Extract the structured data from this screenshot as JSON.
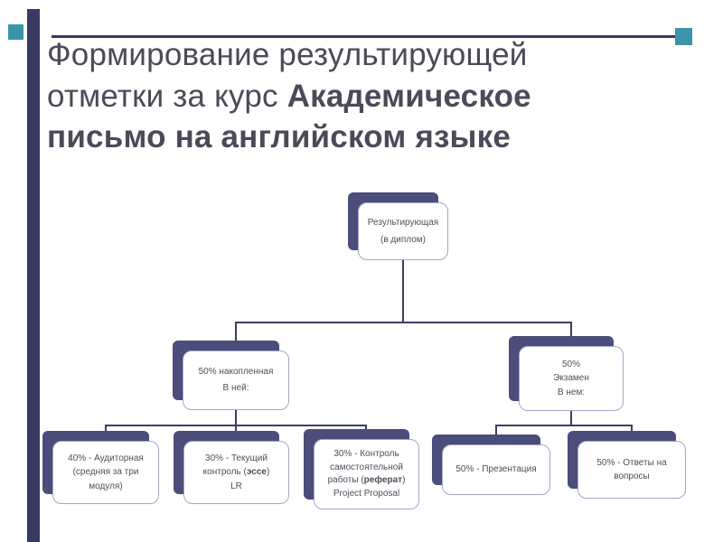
{
  "title": {
    "line1": "Формирование результирующей",
    "line2_regular": "отметки за курс ",
    "line2_bold": "Академическое",
    "line3": "письмо на английском языке"
  },
  "colors": {
    "navy_accent": "#383a62",
    "teal_accent": "#3c94a8",
    "node_shadow": "#4b4d7a",
    "node_border": "#a3a6cb",
    "connector": "#3c3e66",
    "title_text": "#4c4a58",
    "node_text": "#4e4e59"
  },
  "diagram": {
    "root": {
      "line1": "Результирующая",
      "line2": "(в диплом)"
    },
    "accumulated": {
      "line1": "50% накопленная",
      "line2": "В ней:"
    },
    "exam": {
      "line1": "50%",
      "line2": "Экзамен",
      "line3": "В нем:"
    },
    "leaf_audit": {
      "line1": "40% - Аудиторная",
      "line2": "(средняя за три",
      "line3": "модуля)"
    },
    "leaf_current": {
      "line1": "30% - Текущий",
      "line2_pre": "контроль (",
      "line2_bold": "эссе",
      "line2_post": ")",
      "line3": "LR"
    },
    "leaf_selfwork": {
      "line1": "30% - Контроль",
      "line2": "самостоятельной",
      "line3_pre": "работы (",
      "line3_bold": "реферат",
      "line3_post": ")",
      "line4": "Project Proposal"
    },
    "leaf_presentation": {
      "line1": "50% -  Презентация"
    },
    "leaf_answers": {
      "line1": "50% - Ответы на",
      "line2": "вопросы"
    }
  }
}
